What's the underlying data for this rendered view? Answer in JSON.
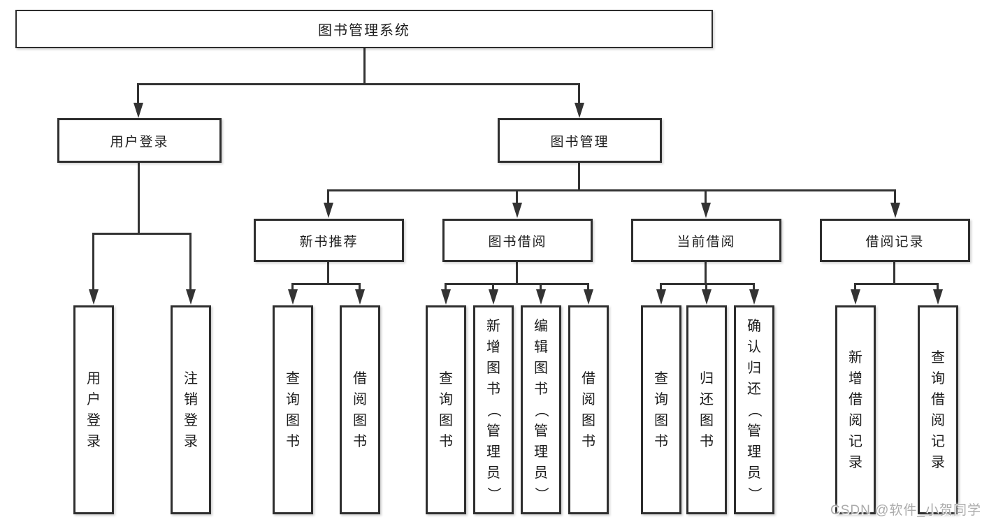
{
  "diagram": {
    "root": {
      "label": "图书管理系统"
    },
    "branches": [
      {
        "label": "用户登录",
        "children": [
          "用户登录",
          "注销登录"
        ]
      },
      {
        "label": "图书管理",
        "sections": [
          {
            "label": "新书推荐",
            "children": [
              "查询图书",
              "借阅图书"
            ]
          },
          {
            "label": "图书借阅",
            "children": [
              "查询图书",
              "新增图书（管理员）",
              "编辑图书（管理员）",
              "借阅图书"
            ]
          },
          {
            "label": "当前借阅",
            "children": [
              "查询图书",
              "归还图书",
              "确认归还（管理员）"
            ]
          },
          {
            "label": "借阅记录",
            "children": [
              "新增借阅记录",
              "查询借阅记录"
            ]
          }
        ]
      }
    ]
  },
  "watermark": {
    "text": "CSDN @软件_小贺同学",
    "color": "#ababab"
  },
  "colors": {
    "line": "#333333",
    "border": "#2e2e2e",
    "text": "#1c1c1c",
    "background": "#ffffff"
  }
}
